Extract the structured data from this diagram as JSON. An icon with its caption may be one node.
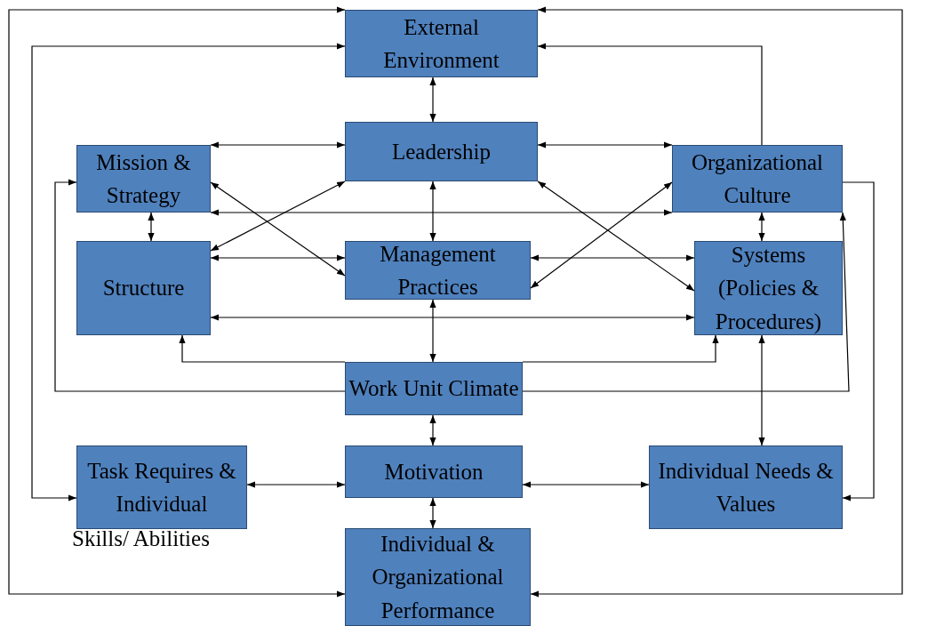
{
  "diagram": {
    "nodes": [
      {
        "text": [
          "External Environment"
        ]
      },
      {
        "text": [
          "Mission & Strategy"
        ]
      },
      {
        "text": [
          "Leadership"
        ]
      },
      {
        "text": [
          "Organizational Culture"
        ]
      },
      {
        "text": [
          "Structure"
        ]
      },
      {
        "text": [
          "Management Practices"
        ]
      },
      {
        "text": [
          "Systems (Policies & Procedures)"
        ]
      },
      {
        "text": [
          "Work Unit Climate"
        ]
      },
      {
        "text": [
          "Task Requires & Individual"
        ],
        "beside": [
          "Skills/ Abilities"
        ]
      },
      {
        "text": [
          "Motivation"
        ]
      },
      {
        "text": [
          "Individual Needs & Values"
        ]
      },
      {
        "text": [
          "Individual & Organizational Performance"
        ]
      }
    ],
    "edges": [
      {
        "from": 0,
        "to": 11,
        "arrow": "both"
      },
      {
        "from": 0,
        "to": 11,
        "arrow": "both"
      },
      {
        "from": 0,
        "to": 8,
        "arrow": "both"
      },
      {
        "from": 0,
        "to": 2,
        "arrow": "both"
      },
      {
        "from": 1,
        "to": 2,
        "arrow": "both"
      },
      {
        "from": 2,
        "to": 3,
        "arrow": "both"
      },
      {
        "from": 1,
        "to": 3,
        "arrow": "both"
      },
      {
        "from": 1,
        "to": 4,
        "arrow": "both"
      },
      {
        "from": 1,
        "to": 5,
        "arrow": "both"
      },
      {
        "from": 4,
        "to": 2,
        "arrow": "both"
      },
      {
        "from": 4,
        "to": 5,
        "arrow": "both"
      },
      {
        "from": 4,
        "to": 6,
        "arrow": "both"
      },
      {
        "from": 2,
        "to": 5,
        "arrow": "both"
      },
      {
        "from": 2,
        "to": 6,
        "arrow": "both"
      },
      {
        "from": 3,
        "to": 5,
        "arrow": "both"
      },
      {
        "from": 5,
        "to": 6,
        "arrow": "both"
      },
      {
        "from": 3,
        "to": 6,
        "arrow": "both"
      },
      {
        "from": 5,
        "to": 7,
        "arrow": "both"
      },
      {
        "from": 7,
        "to": 4,
        "arrow": "to"
      },
      {
        "from": 7,
        "to": 6,
        "arrow": "to"
      },
      {
        "from": 7,
        "to": 1,
        "arrow": "to"
      },
      {
        "from": 7,
        "to": 3,
        "arrow": "to"
      },
      {
        "from": 3,
        "to": 10,
        "arrow": "to"
      },
      {
        "from": 3,
        "to": 0,
        "arrow": "to"
      },
      {
        "from": 6,
        "to": 10,
        "arrow": "both"
      },
      {
        "from": 7,
        "to": 9,
        "arrow": "both"
      },
      {
        "from": 8,
        "to": 9,
        "arrow": "both"
      },
      {
        "from": 9,
        "to": 10,
        "arrow": "both"
      },
      {
        "from": 9,
        "to": 11,
        "arrow": "both"
      }
    ]
  }
}
